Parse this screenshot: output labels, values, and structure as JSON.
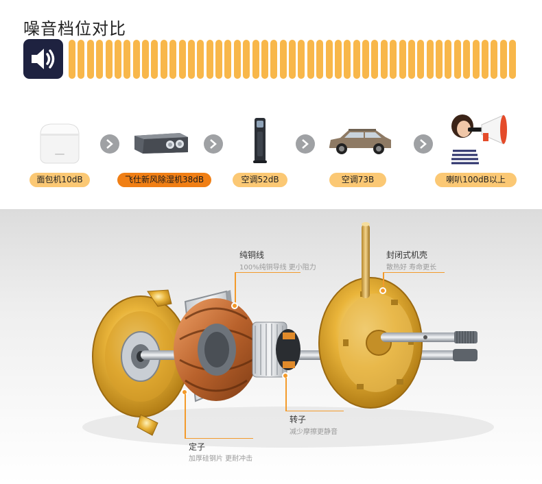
{
  "header": {
    "title": "噪音档位对比"
  },
  "meter": {
    "bar_count": 49,
    "bar_color": "#f8b74a",
    "icon": "speaker-volume-icon",
    "icon_bg": "#1e2240"
  },
  "comparison": [
    {
      "label": "面包机10dB",
      "image": "bread-machine",
      "highlight": false
    },
    {
      "label": "飞仕新风除湿机38dB",
      "image": "dehumidifier-unit",
      "highlight": true
    },
    {
      "label": "空调52dB",
      "image": "air-conditioner-tower",
      "highlight": false
    },
    {
      "label": "空调73B",
      "image": "suv-car",
      "highlight": false
    },
    {
      "label": "喇叭100dB以上",
      "image": "woman-megaphone",
      "highlight": false
    }
  ],
  "colors": {
    "pill": "#fbc874",
    "pill_highlight": "#f07f15",
    "accent": "#f39a2a",
    "arrow_circle": "#9fa1a4"
  },
  "motor": {
    "callouts": {
      "copper_wire": {
        "title": "纯铜线",
        "sub": "100%纯铜导线 更小阻力"
      },
      "sealed_shell": {
        "title": "封闭式机壳",
        "sub": "散热好 寿命更长"
      },
      "rotor": {
        "title": "转子",
        "sub": "减少摩擦更静音"
      },
      "stator": {
        "title": "定子",
        "sub": "加厚硅钢片 更耐冲击"
      }
    }
  }
}
